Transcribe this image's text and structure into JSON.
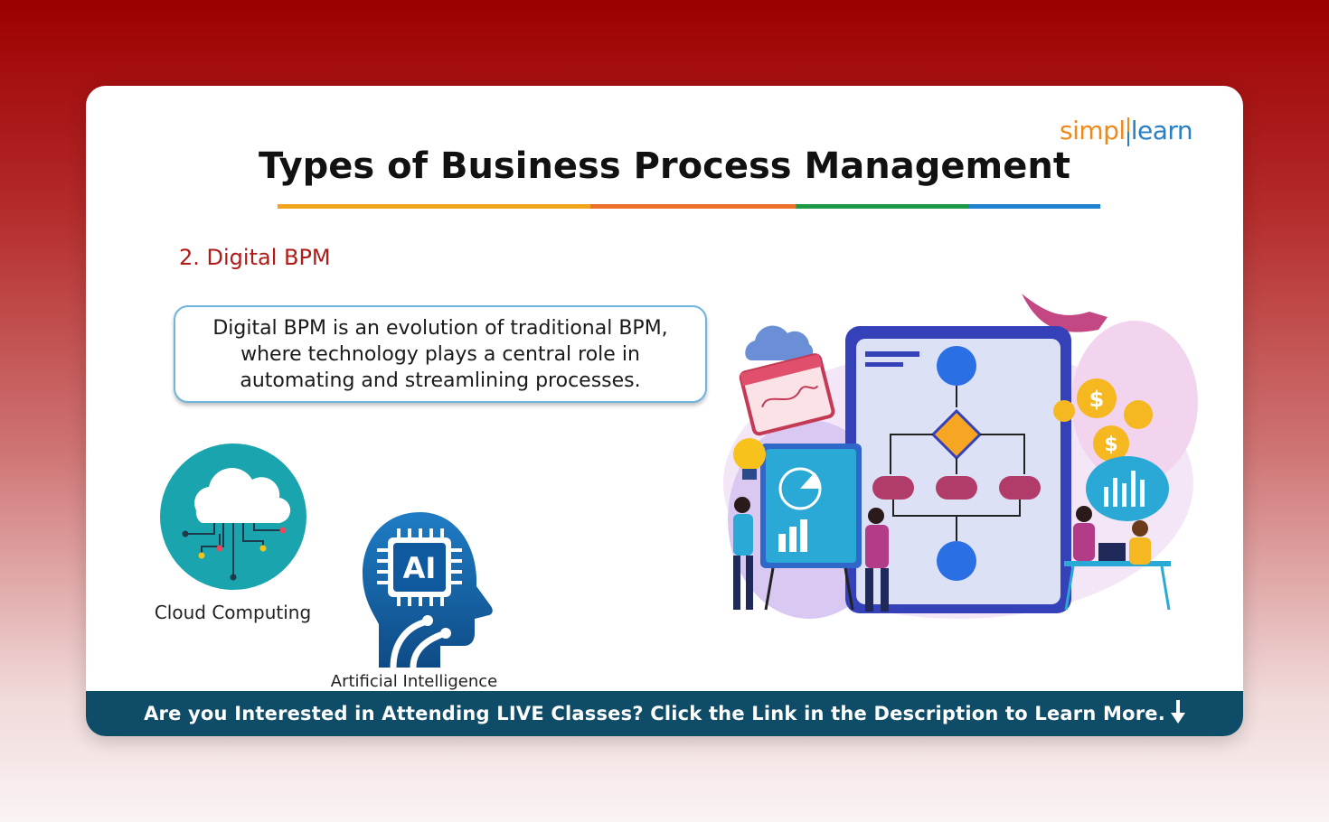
{
  "logo": {
    "left_text": "simpl",
    "right_text": "learn"
  },
  "title": "Types of Business Process Management",
  "section_heading": "2. Digital BPM",
  "description": "Digital BPM is an evolution of traditional BPM, where technology plays a central role in automating and streamlining processes.",
  "icons": [
    {
      "label": "Cloud Computing",
      "icon": "cloud-network-icon"
    },
    {
      "label": "Artificial Intelligence",
      "icon": "ai-head-icon",
      "chip_text": "AI"
    }
  ],
  "banner": {
    "text": "Are you Interested in Attending LIVE Classes? Click the Link in the Description to Learn More."
  },
  "colors": {
    "accent_red": "#b01a17",
    "banner_bg": "#0f4c68",
    "rule": [
      "#f0a51c",
      "#ec6f2a",
      "#1c9a48",
      "#1f81cf"
    ],
    "teal_circle": "#1aa4ad",
    "ai_blue": "#1565a8"
  }
}
